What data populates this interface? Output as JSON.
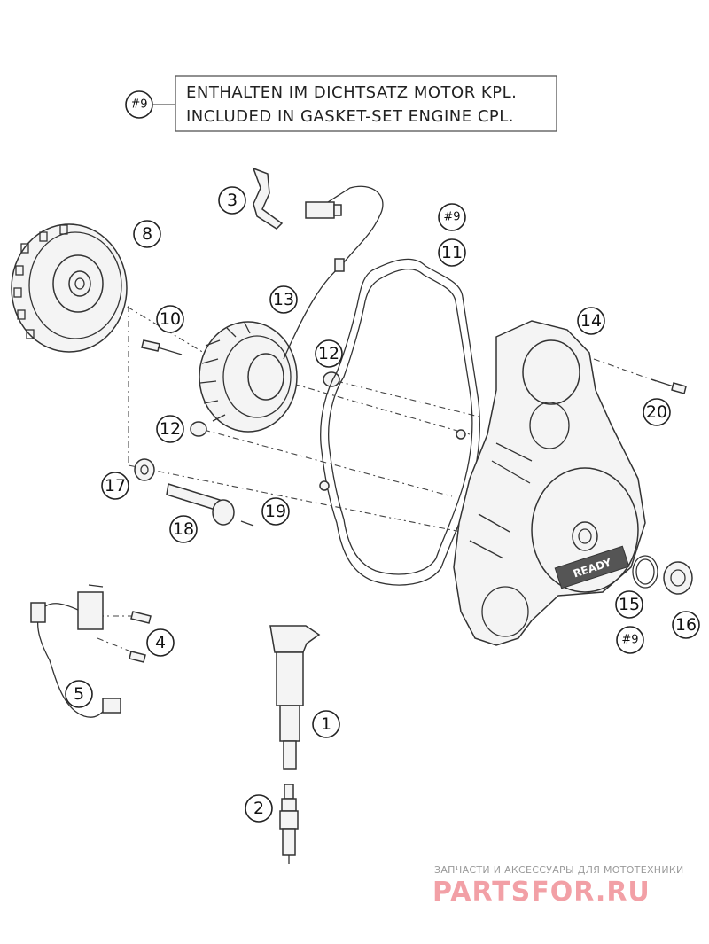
{
  "note": {
    "ref": "#9",
    "line1": "ENTHALTEN IM DICHTSATZ MOTOR KPL.",
    "line2": "INCLUDED IN GASKET-SET ENGINE CPL."
  },
  "callouts": {
    "c1": "1",
    "c2": "2",
    "c3": "3",
    "c4": "4",
    "c5": "5",
    "c8": "8",
    "c9a": "#9",
    "c9b": "#9",
    "c10": "10",
    "c11": "11",
    "c12a": "12",
    "c12b": "12",
    "c13": "13",
    "c14": "14",
    "c15": "15",
    "c16": "16",
    "c17": "17",
    "c18": "18",
    "c19": "19",
    "c20": "20"
  },
  "cover_logo": "READY",
  "watermark": {
    "tagline": "ЗАПЧАСТИ И АКСЕССУАРЫ ДЛЯ МОТОТЕХНИКИ",
    "logo": "PARTSFOR.RU"
  },
  "colors": {
    "line": "#333333",
    "watermark": "#f2a0a6"
  }
}
